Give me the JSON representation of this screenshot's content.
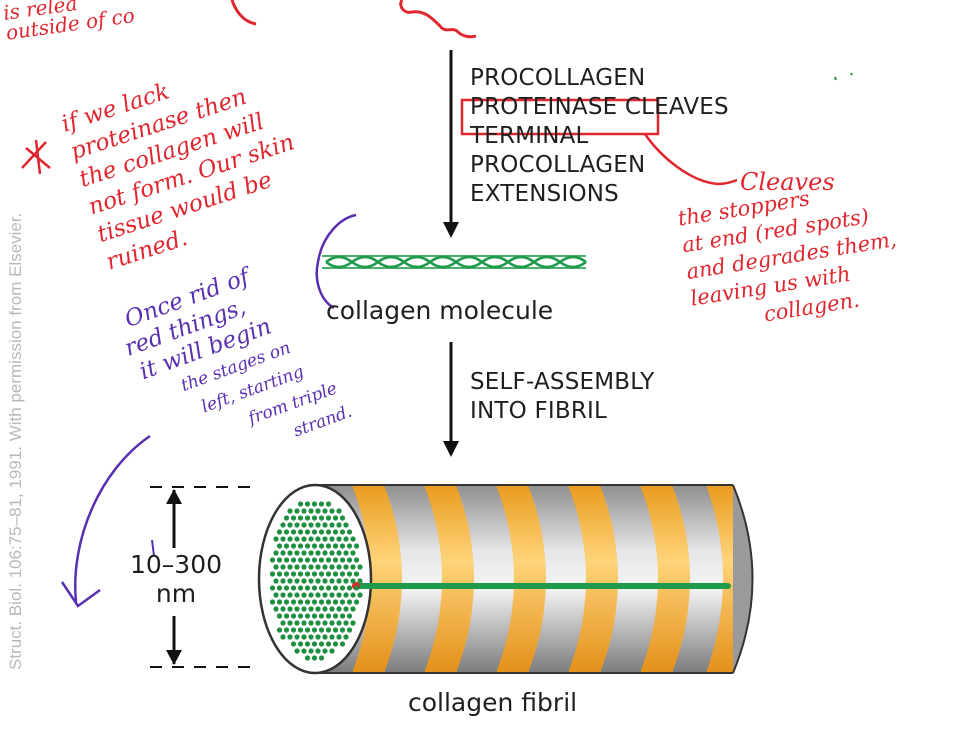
{
  "labels": {
    "step1": [
      "PROCOLLAGEN",
      "PROTEINASE CLEAVES",
      "TERMINAL",
      "PROCOLLAGEN",
      "EXTENSIONS"
    ],
    "molecule": "collagen molecule",
    "step2": [
      "SELF-ASSEMBLY",
      "INTO FIBRIL"
    ],
    "diameter": [
      "10–300",
      "nm"
    ],
    "fibril": "collagen fibril"
  },
  "credit": "Struct. Biol. 106:75–81, 1991. With permission from Elsevier.",
  "annotations": {
    "top_left": [
      "is relea",
      "outside of co"
    ],
    "lack": [
      "if we lack",
      "proteinase then",
      "the collagen will",
      "not form. Our skin",
      "tissue would be",
      "ruined."
    ],
    "cleaves": [
      "Cleaves",
      "the stoppers",
      "at end (red spots)",
      "and degrades them,",
      "leaving us with",
      "collagen."
    ],
    "once": [
      "Once rid of",
      "red things,",
      "it will begin",
      "the stages on",
      "left, starting",
      "from triple",
      "strand."
    ]
  },
  "colors": {
    "ink_red": "#e0262e",
    "ink_purple": "#5a2fb0",
    "helix_green": "#1e9a4a",
    "band_orange": "#f7b13b",
    "band_gray": "#b8b8b8",
    "dot_green": "#1e8f3e"
  }
}
